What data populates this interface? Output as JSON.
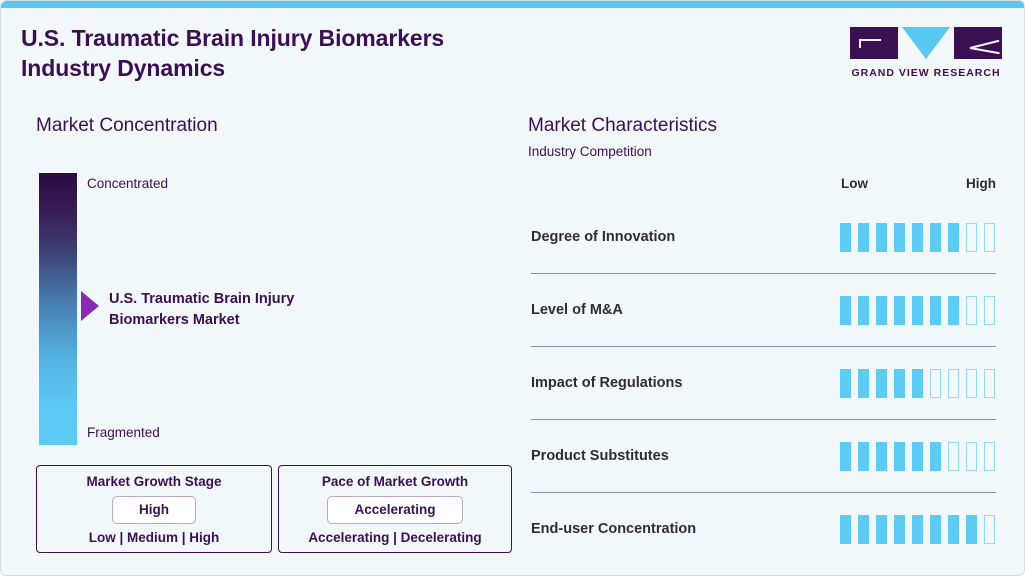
{
  "header": {
    "title_line1": "U.S. Traumatic Brain Injury Biomarkers",
    "title_line2": "Industry Dynamics",
    "logo_text": "GRAND VIEW RESEARCH",
    "accent_color": "#57c8f0",
    "brand_color": "#3b1053"
  },
  "market_concentration": {
    "heading": "Market Concentration",
    "scale_top_label": "Concentrated",
    "scale_bottom_label": "Fragmented",
    "pointer_label_line1": "U.S. Traumatic Brain Injury",
    "pointer_label_line2": "Biomarkers Market",
    "pointer_color": "#8a2bb8",
    "gradient_top_color": "#2a0b40",
    "gradient_bottom_color": "#5ecbf5",
    "growth_stage": {
      "title": "Market Growth Stage",
      "value": "High",
      "options": "Low | Medium | High"
    },
    "growth_pace": {
      "title": "Pace of Market Growth",
      "value": "Accelerating",
      "options": "Accelerating | Decelerating"
    }
  },
  "market_characteristics": {
    "heading": "Market Characteristics",
    "subheading": "Industry Competition",
    "scale_low_label": "Low",
    "scale_high_label": "High",
    "bar_on_color": "#5ecbf5",
    "bar_off_color": "#93dcf7",
    "rows": [
      {
        "label": "Degree of Innovation",
        "filled": 7,
        "total": 9
      },
      {
        "label": "Level of M&A",
        "filled": 7,
        "total": 9
      },
      {
        "label": "Impact of Regulations",
        "filled": 5,
        "total": 9
      },
      {
        "label": "Product Substitutes",
        "filled": 6,
        "total": 9
      },
      {
        "label": "End-user Concentration",
        "filled": 8,
        "total": 9
      }
    ]
  },
  "chart_data": {
    "type": "bar",
    "title": "Market Characteristics - Industry Competition",
    "categories": [
      "Degree of Innovation",
      "Level of M&A",
      "Impact of Regulations",
      "Product Substitutes",
      "End-user Concentration"
    ],
    "values": [
      7,
      7,
      5,
      6,
      8
    ],
    "xlabel": "",
    "ylabel": "",
    "ylim": [
      0,
      9
    ],
    "tick_labels": [
      "Low",
      "High"
    ],
    "legend": [],
    "grid": false,
    "notes": "Each row is a 9-segment discrete meter; filled segments shown in light blue, unfilled as outlines."
  }
}
